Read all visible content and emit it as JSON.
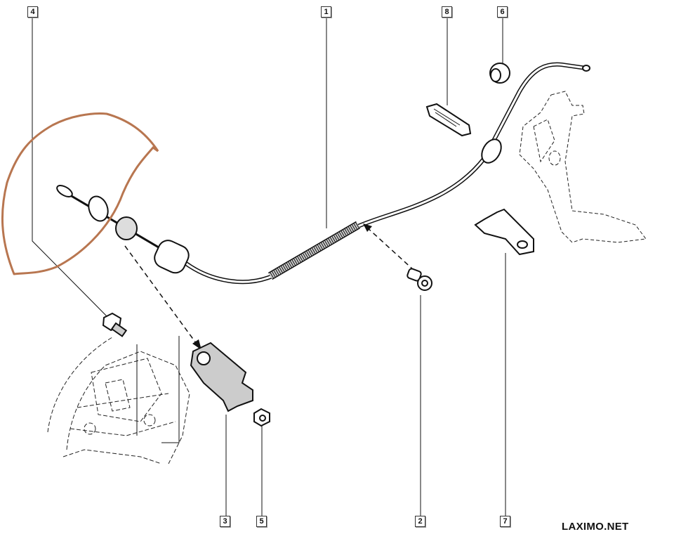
{
  "diagram": {
    "title": "Clutch cable assembly exploded view",
    "callouts": [
      {
        "id": "callout-4",
        "label": "4"
      },
      {
        "id": "callout-1",
        "label": "1"
      },
      {
        "id": "callout-8",
        "label": "8"
      },
      {
        "id": "callout-6",
        "label": "6"
      },
      {
        "id": "callout-3",
        "label": "3"
      },
      {
        "id": "callout-5",
        "label": "5"
      },
      {
        "id": "callout-2",
        "label": "2"
      },
      {
        "id": "callout-7",
        "label": "7"
      }
    ],
    "parts": [
      {
        "number": "1",
        "name": "clutch-cable"
      },
      {
        "number": "2",
        "name": "cable-clip"
      },
      {
        "number": "3",
        "name": "cable-bracket"
      },
      {
        "number": "4",
        "name": "bolt"
      },
      {
        "number": "5",
        "name": "nut"
      },
      {
        "number": "6",
        "name": "bushing"
      },
      {
        "number": "7",
        "name": "pedal-bracket"
      },
      {
        "number": "8",
        "name": "pedal-pad"
      }
    ],
    "annotation_color": "#b87650",
    "line_color": "#111111"
  },
  "watermark": "LAXIMO.NET"
}
